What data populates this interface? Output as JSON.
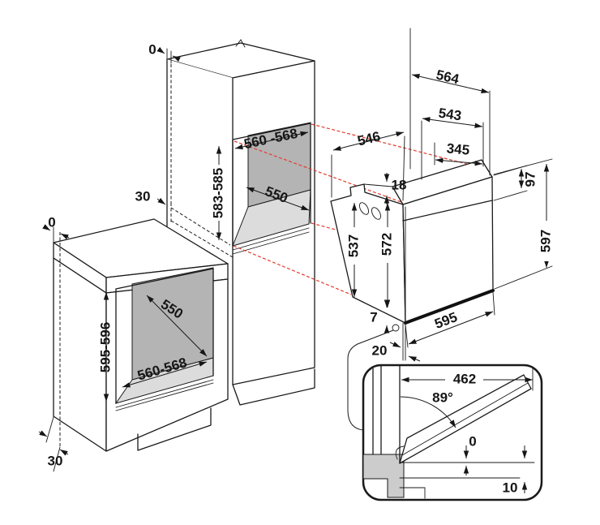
{
  "labels": {
    "tall_top_gap": "0",
    "tall_rear_recess": "30",
    "tall_niche_width": "560 -568",
    "tall_niche_height": "583-585",
    "tall_niche_depth": "550",
    "base_top_gap": "0",
    "base_niche_height": "595-596",
    "base_niche_depth": "550",
    "base_niche_width": "560-568",
    "base_plinth_recess": "30",
    "oven_depth_total": "564",
    "oven_depth_body": "543",
    "oven_depth_front": "345",
    "oven_depth_niche": "546",
    "oven_top_clearance": "18",
    "oven_panel_height": "97",
    "oven_body_height": "537",
    "oven_front_inner_height": "572",
    "oven_front_height": "597",
    "oven_front_width": "595",
    "oven_bottom_gap": "7",
    "oven_front_overhang": "20",
    "detail_door_depth": "462",
    "detail_open_angle": "89°",
    "detail_zero_gap": "0",
    "detail_bottom_clearance": "10"
  },
  "colors": {
    "ink": "#1a1a1a",
    "projection_red": "#e23b2e",
    "panel_dark": "#b4b4b4",
    "panel_light": "#dcdcdc",
    "detail_gray": "#cccccc"
  }
}
